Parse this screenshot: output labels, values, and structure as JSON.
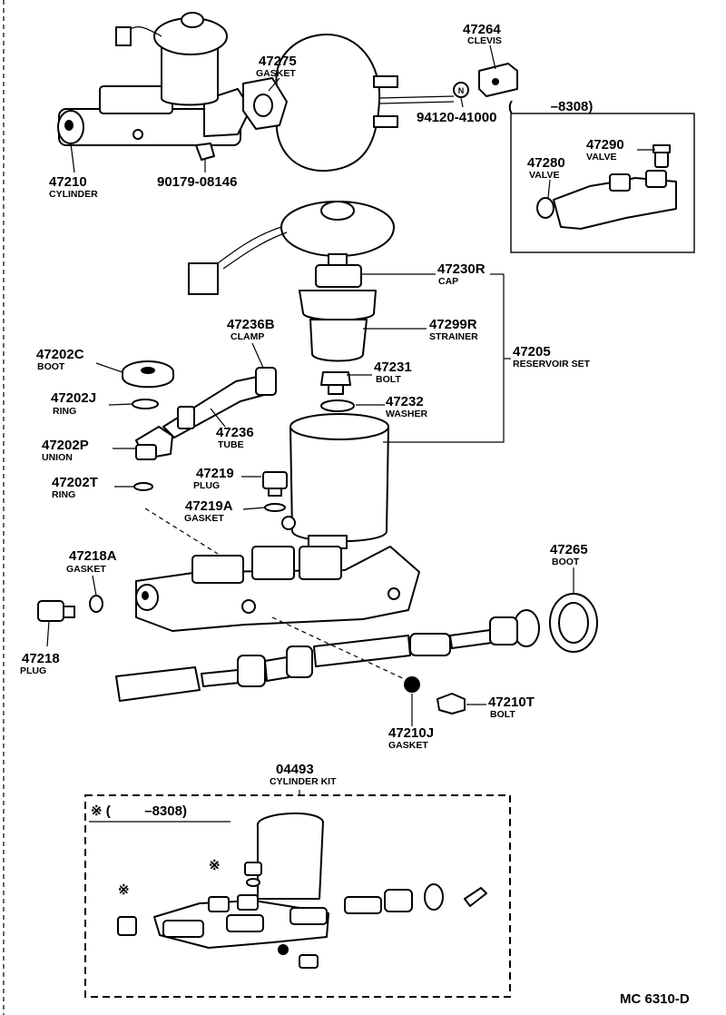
{
  "drawing_code": "MC 6310-D",
  "inset_range": "(          –8308)",
  "kit_range": "※ (         –8308)",
  "kit_marker": "※",
  "parts": {
    "p47264": {
      "number": "47264",
      "name": "CLEVIS"
    },
    "p47275": {
      "number": "47275",
      "name": "GASKET"
    },
    "p94120": {
      "number": "94120-41000",
      "name": ""
    },
    "p47210": {
      "number": "47210",
      "name": "CYLINDER"
    },
    "p90179": {
      "number": "90179-08146",
      "name": ""
    },
    "p47290": {
      "number": "47290",
      "name": "VALVE"
    },
    "p47280": {
      "number": "47280",
      "name": "VALVE"
    },
    "p47230R": {
      "number": "47230R",
      "name": "CAP"
    },
    "p47299R": {
      "number": "47299R",
      "name": "STRAINER"
    },
    "p47236B": {
      "number": "47236B",
      "name": "CLAMP"
    },
    "p47205": {
      "number": "47205",
      "name": "RESERVOIR SET"
    },
    "p47202C": {
      "number": "47202C",
      "name": "BOOT"
    },
    "p47231": {
      "number": "47231",
      "name": "BOLT"
    },
    "p47202J": {
      "number": "47202J",
      "name": "RING"
    },
    "p47232": {
      "number": "47232",
      "name": "WASHER"
    },
    "p47236": {
      "number": "47236",
      "name": "TUBE"
    },
    "p47202P": {
      "number": "47202P",
      "name": "UNION"
    },
    "p47219": {
      "number": "47219",
      "name": "PLUG"
    },
    "p47202T": {
      "number": "47202T",
      "name": "RING"
    },
    "p47219A": {
      "number": "47219A",
      "name": "GASKET"
    },
    "p47265": {
      "number": "47265",
      "name": "BOOT"
    },
    "p47218A": {
      "number": "47218A",
      "name": "GASKET"
    },
    "p47218": {
      "number": "47218",
      "name": "PLUG"
    },
    "p47210T": {
      "number": "47210T",
      "name": "BOLT"
    },
    "p47210J": {
      "number": "47210J",
      "name": "GASKET"
    },
    "p04493": {
      "number": "04493",
      "name": "CYLINDER KIT"
    }
  }
}
